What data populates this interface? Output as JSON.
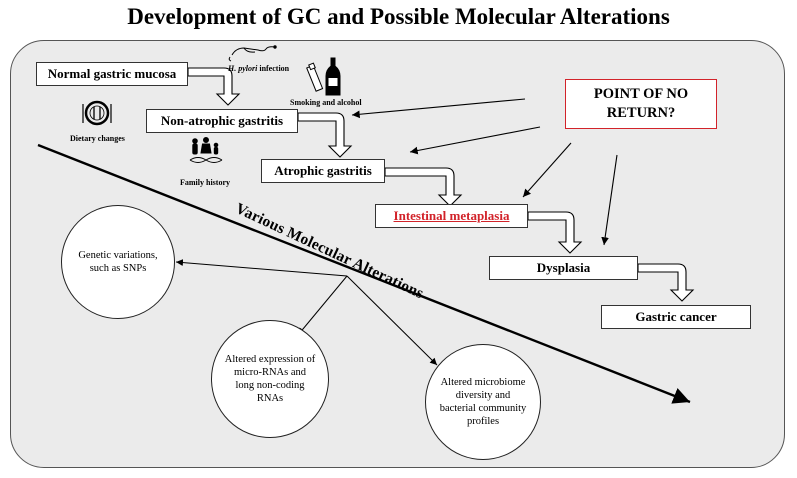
{
  "title": "Development of GC and Possible Molecular Alterations",
  "stages": [
    {
      "id": "normal",
      "label": "Normal gastric mucosa"
    },
    {
      "id": "nonatrophic",
      "label": "Non-atrophic gastritis"
    },
    {
      "id": "atrophic",
      "label": "Atrophic gastritis"
    },
    {
      "id": "metaplasia",
      "label": "Intestinal metaplasia"
    },
    {
      "id": "dysplasia",
      "label": "Dysplasia"
    },
    {
      "id": "cancer",
      "label": "Gastric cancer"
    }
  ],
  "point_of_no_return": {
    "line1": "POINT OF NO",
    "line2": "RETURN?"
  },
  "risk_factors": {
    "hpylori_italic": "H. pylori",
    "hpylori_rest": " infection",
    "smoking": "Smoking and alcohol",
    "dietary": "Dietary changes",
    "family": "Family history"
  },
  "molecular_label": "Various Molecular Alterations",
  "alterations": [
    {
      "id": "genetic",
      "text": "Genetic variations, such as SNPs"
    },
    {
      "id": "rnas",
      "text": "Altered expression of micro-RNAs and long non-coding RNAs"
    },
    {
      "id": "microbiome",
      "text": "Altered microbiome diversity and bacterial community profiles"
    }
  ],
  "colors": {
    "accent_red": "#d2232a",
    "panel": "#ebebeb",
    "border": "#333333"
  },
  "icons": [
    "bacterium-icon",
    "cigarette-bottle-icon",
    "plate-cutlery-icon",
    "family-dna-icon"
  ]
}
